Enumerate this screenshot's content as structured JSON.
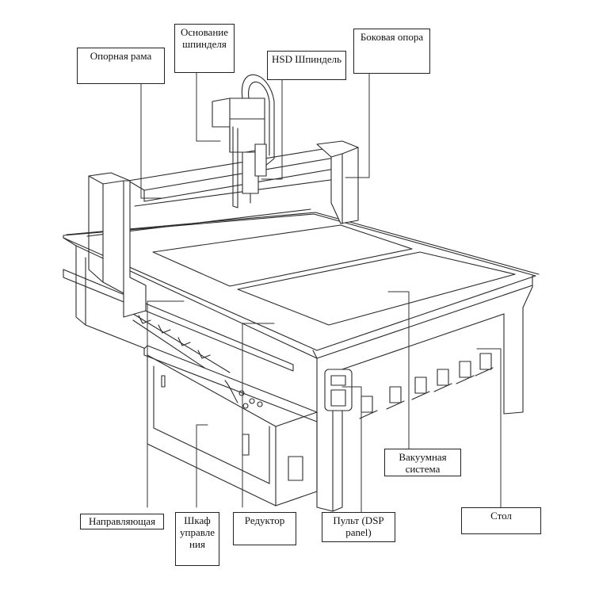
{
  "labels": {
    "support_frame": "Опорная рама",
    "spindle_base": "Основание шпинделя",
    "hsd_spindle": "HSD Шпиндель",
    "side_support": "Боковая опора",
    "vacuum_system": "Вакуумная система",
    "table": "Стол",
    "guide": "Направляющая",
    "control_cabinet": "Шкаф управле ния",
    "reducer": "Редуктор",
    "dsp_panel": "Пульт (DSP panel)"
  },
  "colors": {
    "line": "#2a2a2a",
    "label_border": "#222222",
    "background": "#ffffff"
  }
}
